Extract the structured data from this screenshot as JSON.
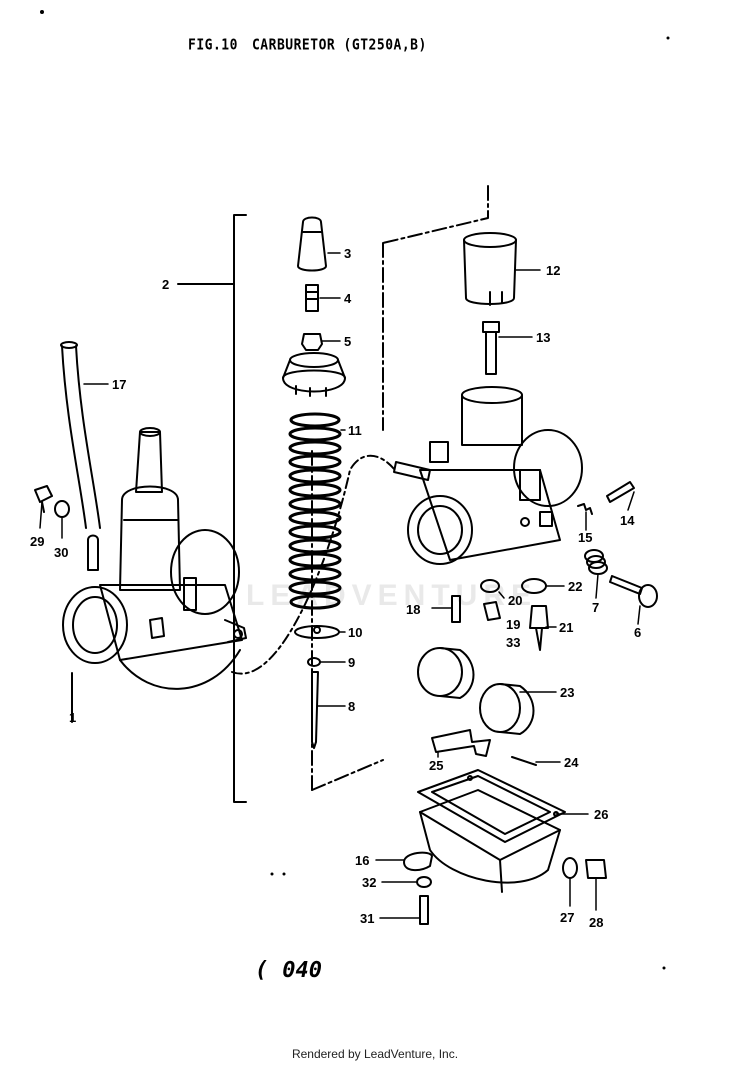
{
  "title": {
    "fig": "FIG.10",
    "name": "CARBURETOR (GT250A,B)"
  },
  "watermark": "LEADVENTURE",
  "page_code": {
    "prefix": "(",
    "number": "040"
  },
  "footer": "Rendered by LeadVenture, Inc.",
  "labels": {
    "l1": "1",
    "l2": "2",
    "l3": "3",
    "l4": "4",
    "l5": "5",
    "l6": "6",
    "l7": "7",
    "l8": "8",
    "l9": "9",
    "l10": "10",
    "l11": "11",
    "l12": "12",
    "l13": "13",
    "l14": "14",
    "l15": "15",
    "l16": "16",
    "l17": "17",
    "l18": "18",
    "l19": "19",
    "l20": "20",
    "l21": "21",
    "l22": "22",
    "l23": "23",
    "l24": "24",
    "l25": "25",
    "l26": "26",
    "l27": "27",
    "l28": "28",
    "l29": "29",
    "l30": "30",
    "l31": "31",
    "l32": "32",
    "l33": "33"
  }
}
